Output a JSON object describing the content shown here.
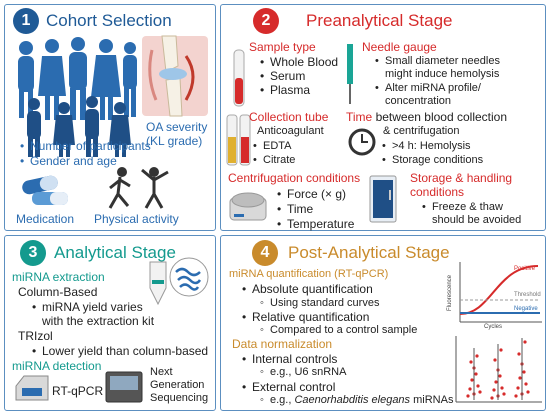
{
  "panel1": {
    "number": "1",
    "title": "Cohort Selection",
    "oa_label_1": "OA severity",
    "oa_label_2": "(KL grade)",
    "bullets": [
      "Number of participants",
      "Gender and age"
    ],
    "medication": "Medication",
    "physical_activity": "Physical activity"
  },
  "panel2": {
    "number": "2",
    "title": "Preanalytical Stage",
    "sample_type": {
      "heading": "Sample type",
      "items": [
        "Whole Blood",
        "Serum",
        "Plasma"
      ]
    },
    "needle_gauge": {
      "heading": "Needle gauge",
      "items": [
        "Small diameter needles",
        "might induce hemolysis",
        "Alter miRNA profile/",
        "concentration"
      ]
    },
    "collection_tube": {
      "heading": "Collection tube",
      "sub": "Anticoagulant",
      "items": [
        "EDTA",
        "Citrate"
      ]
    },
    "time": {
      "heading": "Time",
      "line1": "between blood  collection",
      "line2": "& centrifugation",
      "items": [
        ">4 h: Hemolysis",
        "Storage conditions"
      ]
    },
    "centrifugation": {
      "heading": "Centrifugation conditions",
      "items": [
        "Force (× g)",
        "Time",
        "Temperature"
      ]
    },
    "storage": {
      "heading1": "Storage & handling",
      "heading2": "conditions",
      "items": [
        "Freeze & thaw",
        "should be avoided"
      ]
    }
  },
  "panel3": {
    "number": "3",
    "title": "Analytical Stage",
    "extraction_heading": "miRNA extraction",
    "column_based": "Column-Based",
    "column_items": [
      "miRNA yield varies",
      "with the extraction kit"
    ],
    "trizol": "TRIzol",
    "trizol_items": [
      "Lower yield than column-based"
    ],
    "detection_heading": "miRNA detection",
    "rtqpcr": "RT-qPCR",
    "ngs": [
      "Next",
      "Generation",
      "Sequencing"
    ]
  },
  "panel4": {
    "number": "4",
    "title": "Post-Analytical Stage",
    "quant_heading": "miRNA quantification (RT-qPCR)",
    "absolute": "Absolute quantification",
    "absolute_sub": "Using standard curves",
    "relative": "Relative quantification",
    "relative_sub": "Compared to a control sample",
    "norm_heading": "Data normalization",
    "internal": "Internal controls",
    "internal_sub": "e.g., U6 snRNA",
    "external": "External control",
    "external_sub_prefix": "e.g., ",
    "external_sub_italic": "Caenorhabditis elegans",
    "external_sub_suffix": " miRNAs",
    "plot_labels": {
      "positive": "Positive",
      "threshold": "Threshold",
      "negative": "Negative",
      "ylabel": "Fluorescence",
      "xlabel": "Cycles"
    }
  },
  "colors": {
    "panel_border": "#5c8fc0",
    "num_blue": "#1f5a96",
    "num_red": "#d62b2b",
    "num_teal": "#149a8e",
    "num_orange": "#c98b2c",
    "heading_red": "#d62b2b",
    "heading_teal": "#149a8e",
    "bullet_blue": "#2b6cb0"
  }
}
